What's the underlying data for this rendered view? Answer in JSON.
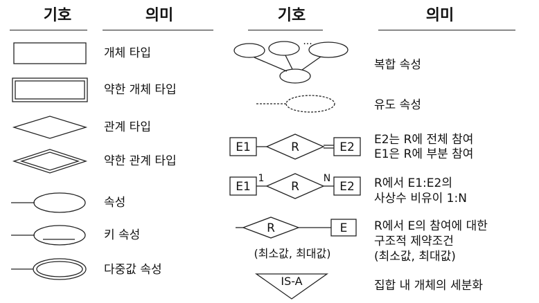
{
  "headers": {
    "symbol_left": "기호",
    "meaning_left": "의미",
    "symbol_right": "기호",
    "meaning_right": "의미"
  },
  "left_rows": [
    {
      "symbol": "rectangle",
      "meaning": "개체 타입"
    },
    {
      "symbol": "double-rectangle",
      "meaning": "약한 개체 타입"
    },
    {
      "symbol": "diamond",
      "meaning": "관계 타입"
    },
    {
      "symbol": "double-diamond",
      "meaning": "약한 관계 타입"
    },
    {
      "symbol": "ellipse",
      "meaning": "속성"
    },
    {
      "symbol": "underlined-ellipse",
      "meaning": "키 속성"
    },
    {
      "symbol": "double-ellipse",
      "meaning": "다중값 속성"
    }
  ],
  "right_rows": [
    {
      "symbol": "composite-attribute",
      "meaning": "복합 속성",
      "labels": {
        "ellipsis": "···"
      }
    },
    {
      "symbol": "dashed-ellipse",
      "meaning": "유도 속성"
    },
    {
      "symbol": "total-participation",
      "meaning_line1": "E2는 R에 전체 참여",
      "meaning_line2": "E1은 R에 부분 참여",
      "labels": {
        "e1": "E1",
        "r": "R",
        "e2": "E2"
      }
    },
    {
      "symbol": "cardinality",
      "meaning_line1": "R에서 E1:E2의",
      "meaning_line2": "사상수 비유이 1:N",
      "labels": {
        "e1": "E1",
        "r": "R",
        "e2": "E2",
        "one": "1",
        "n": "N"
      }
    },
    {
      "symbol": "structural-constraint",
      "meaning_line1": "R에서 E의 참여에 대한",
      "meaning_line2": "구조적 제약조건",
      "meaning_line3": "(최소값, 최대값)",
      "labels": {
        "r": "R",
        "e": "E",
        "minmax": "(최소값, 최대값)"
      }
    },
    {
      "symbol": "isa-triangle",
      "meaning": "집합 내 개체의 세분화",
      "labels": {
        "isa": "IS-A"
      }
    }
  ]
}
